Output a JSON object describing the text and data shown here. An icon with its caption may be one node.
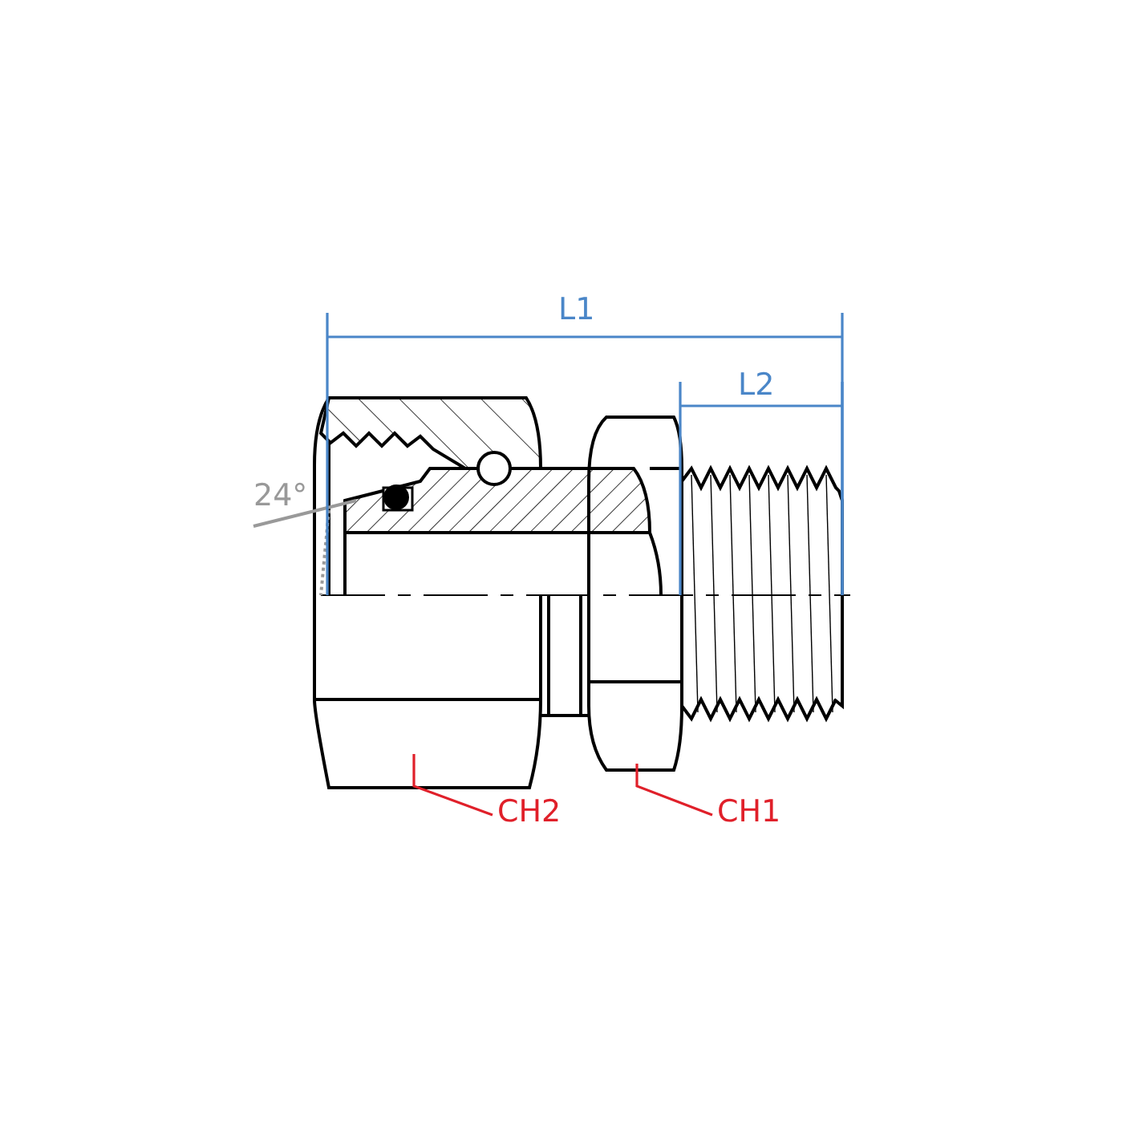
{
  "diagram": {
    "nodes": [
      {
        "text": [
          "CH2"
        ]
      },
      {
        "text": [
          "CH1"
        ]
      }
    ],
    "edges": [
      {
        "from": 0,
        "to": null,
        "arrow": "none"
      },
      {
        "from": 1,
        "to": null,
        "arrow": "none"
      }
    ],
    "labels": [
      "L1",
      "L2",
      "24°"
    ]
  }
}
